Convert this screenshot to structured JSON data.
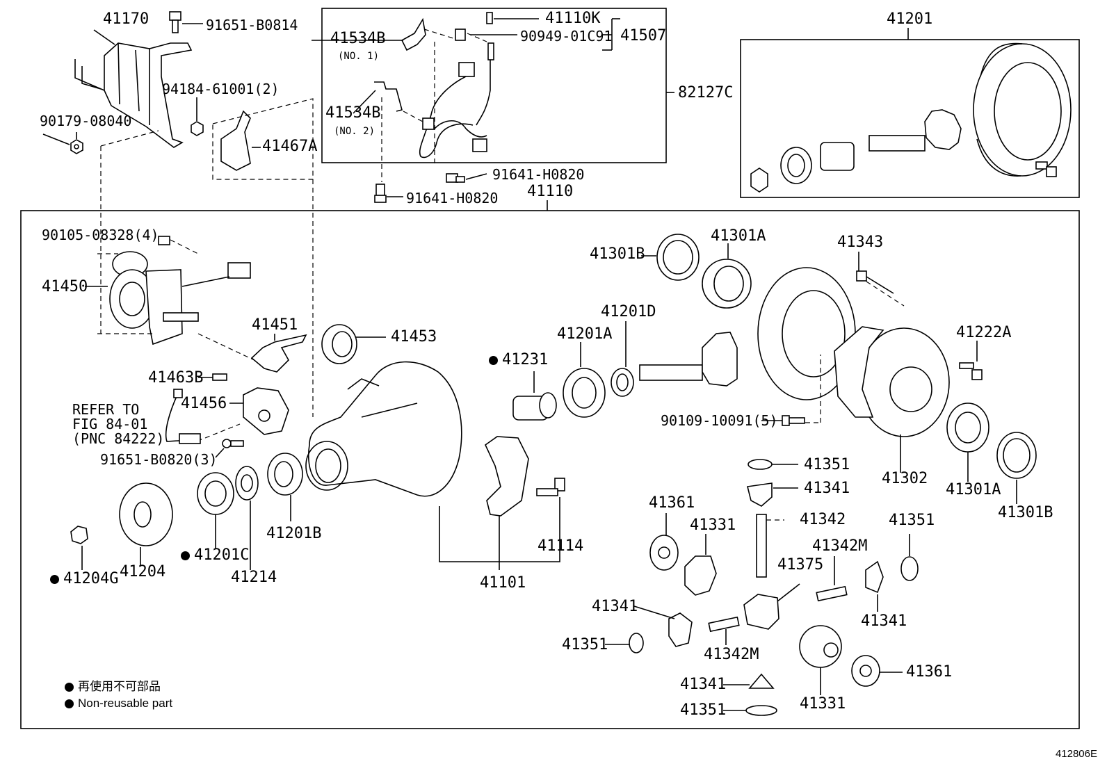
{
  "labels": {
    "p41170": "41170",
    "p91651_b0814": "91651-B0814",
    "p94184": "94184-61001(2)",
    "p90179": "90179-08040",
    "p41467a": "41467A",
    "p41534b_1": "41534B",
    "p41534b_1_sub": "(NO. 1)",
    "p41534b_2": "41534B",
    "p41534b_2_sub": "(NO. 2)",
    "p41110k": "41110K",
    "p90949": "90949-01C91",
    "p41507": "41507",
    "p82127c": "82127C",
    "p91641_a": "91641-H0820",
    "p91641_b": "91641-H0820",
    "p41110": "41110",
    "p41201": "41201",
    "p90105": "90105-08328(4)",
    "p41450": "41450",
    "p41451": "41451",
    "p41453": "41453",
    "p41463b": "41463B",
    "p41456": "41456",
    "refer1": "REFER TO",
    "refer2": "FIG 84-01",
    "refer3": "(PNC 84222)",
    "p91651_b0820": "91651-B0820(3)",
    "p41231": "41231",
    "p41201a": "41201A",
    "p41201d": "41201D",
    "p41301b_top": "41301B",
    "p41301a_top": "41301A",
    "p41343": "41343",
    "p41222a": "41222A",
    "p90109": "90109-10091(5)",
    "p41302": "41302",
    "p41301a_bot": "41301A",
    "p41301b_bot": "41301B",
    "p41204g": "41204G",
    "p41204": "41204",
    "p41201c": "41201C",
    "p41214": "41214",
    "p41201b": "41201B",
    "p41101": "41101",
    "p41114": "41114",
    "p41351_a": "41351",
    "p41341_a": "41341",
    "p41342": "41342",
    "p41361_a": "41361",
    "p41331_a": "41331",
    "p41375": "41375",
    "p41342m_a": "41342M",
    "p41351_b": "41351",
    "p41341_b": "41341",
    "p41341_c": "41341",
    "p41351_c": "41351",
    "p41342m_b": "41342M",
    "p41341_d": "41341",
    "p41351_d": "41351",
    "p41331_b": "41331",
    "p41361_b": "41361"
  },
  "legend": {
    "line1": "再使用不可部品",
    "line2": "Non-reusable part"
  },
  "illustration_code": "412806E"
}
